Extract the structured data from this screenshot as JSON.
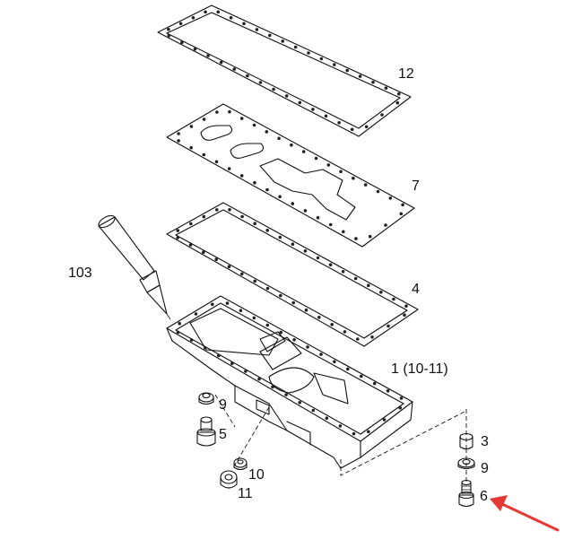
{
  "callouts": {
    "p12": "12",
    "p7": "7",
    "p4": "4",
    "p103": "103",
    "p1": "1 (10-11)",
    "p9a": "9",
    "p5": "5",
    "p10": "10",
    "p11": "11",
    "p3": "3",
    "p9b": "9",
    "p6": "6"
  },
  "colors": {
    "line": "#111111",
    "arrow": "#e53935",
    "background": "#ffffff"
  }
}
